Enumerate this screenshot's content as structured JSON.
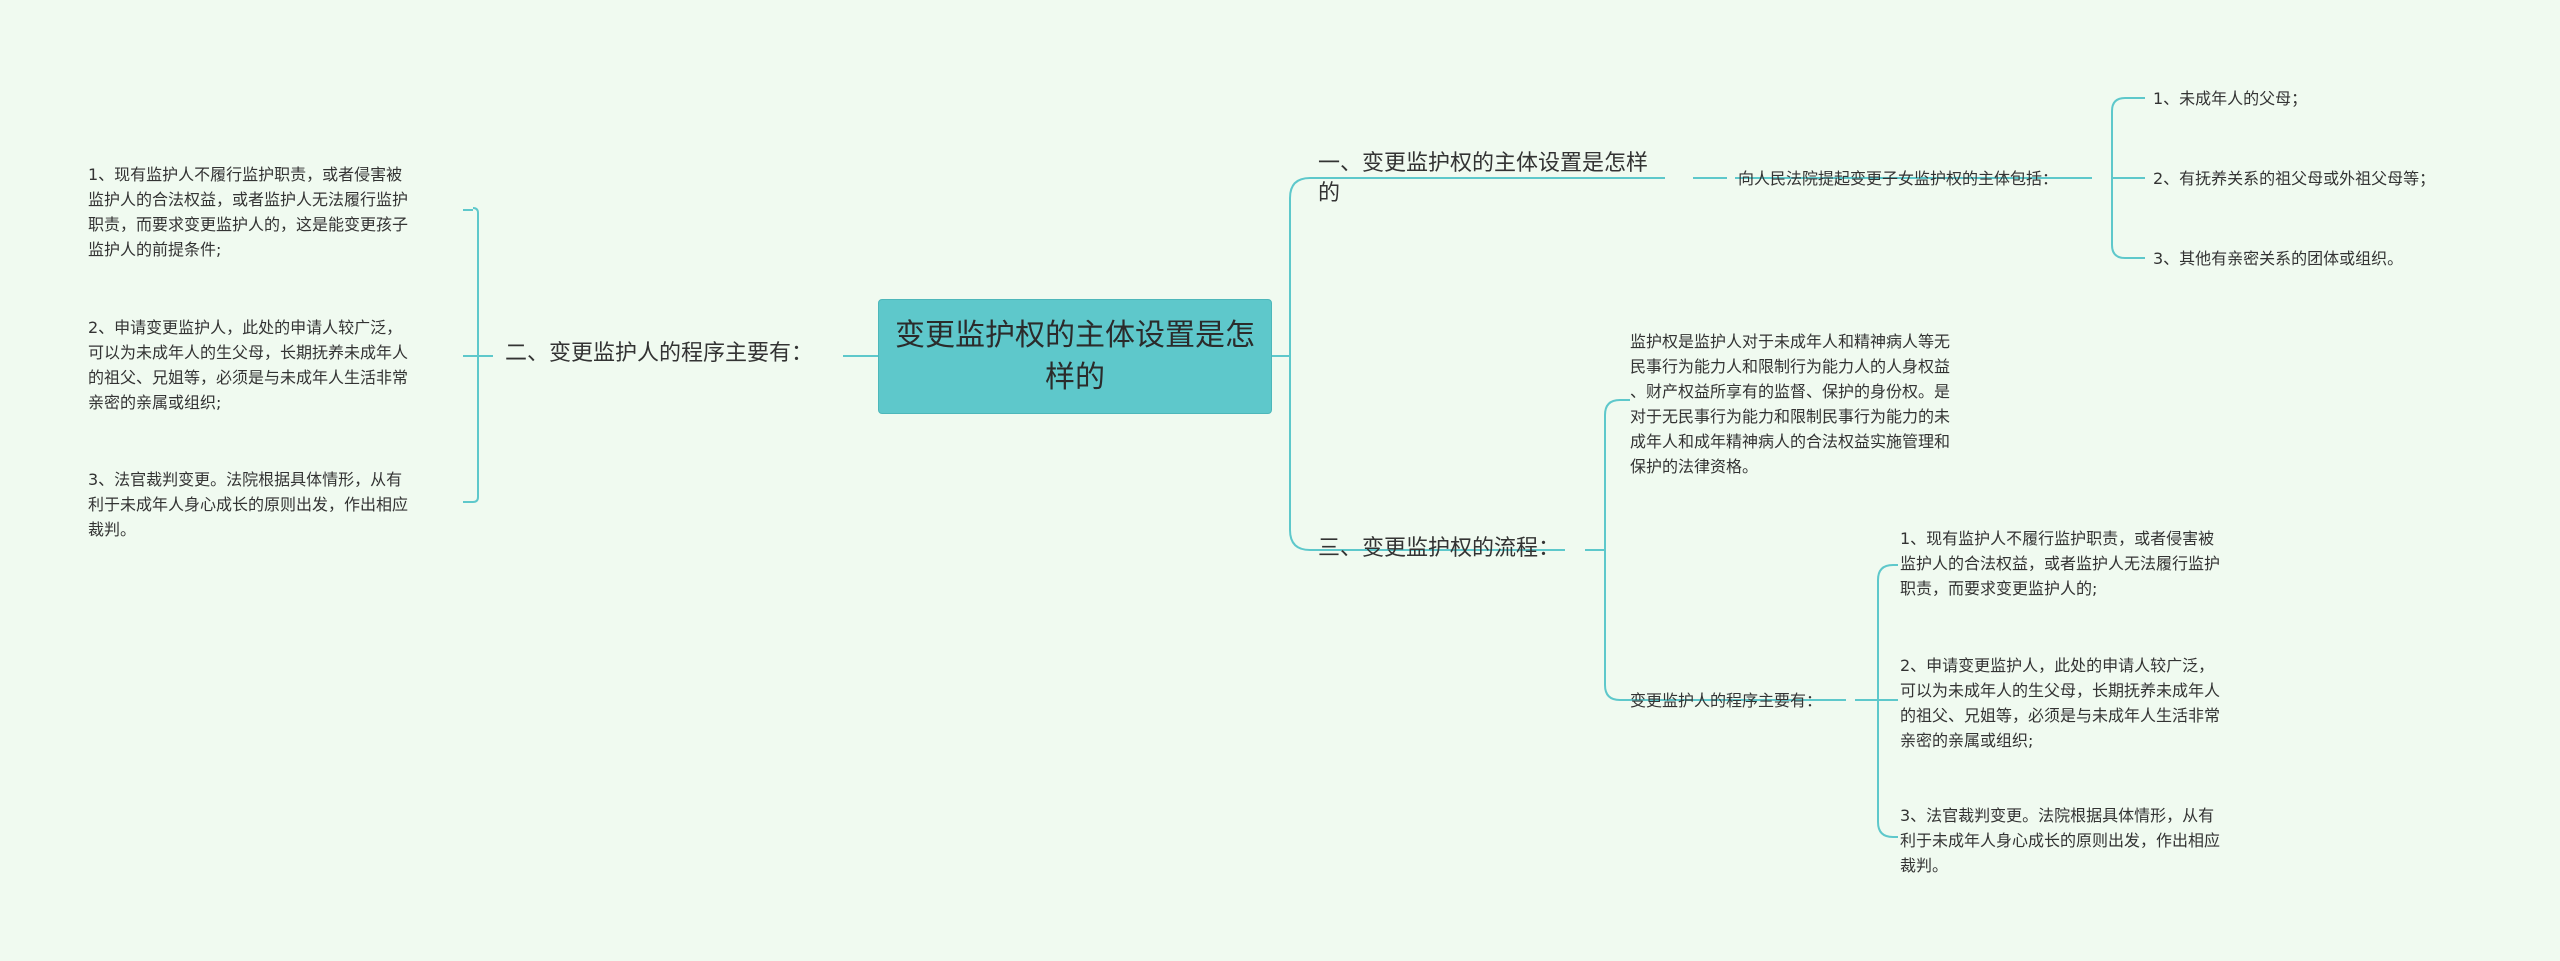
{
  "root": {
    "label": "变更监护权的主体设置是怎样的"
  },
  "left": {
    "branch_label": "二、变更监护人的程序主要有：",
    "items": [
      "1、现有监护人不履行监护职责，或者侵害被\n监护人的合法权益，或者监护人无法履行监护\n职责，而要求变更监护人的，这是能变更孩子\n监护人的前提条件;",
      "2、申请变更监护人，此处的申请人较广泛，\n可以为未成年人的生父母，长期抚养未成年人\n的祖父、兄姐等，必须是与未成年人生活非常\n亲密的亲属或组织;",
      "3、法官裁判变更。法院根据具体情形，从有\n利于未成年人身心成长的原则出发，作出相应\n裁判。"
    ]
  },
  "right1": {
    "branch_label": "一、变更监护权的主体设置是怎样\n的",
    "mid_label": "向人民法院提起变更子女监护权的主体包括：",
    "items": [
      "1、未成年人的父母；",
      "2、有抚养关系的祖父母或外祖父母等；",
      "3、其他有亲密关系的团体或组织。"
    ]
  },
  "right3": {
    "branch_label": "三、变更监护权的流程：",
    "definition": "监护权是监护人对于未成年人和精神病人等无\n民事行为能力人和限制行为能力人的人身权益\n、财产权益所享有的监督、保护的身份权。是\n对于无民事行为能力和限制民事行为能力的未\n成年人和成年精神病人的合法权益实施管理和\n保护的法律资格。",
    "procedure_label": "变更监护人的程序主要有：",
    "items": [
      "1、现有监护人不履行监护职责，或者侵害被\n监护人的合法权益，或者监护人无法履行监护\n职责，而要求变更监护人的;",
      "2、申请变更监护人，此处的申请人较广泛，\n可以为未成年人的生父母，长期抚养未成年人\n的祖父、兄姐等，必须是与未成年人生活非常\n亲密的亲属或组织;",
      "3、法官裁判变更。法院根据具体情形，从有\n利于未成年人身心成长的原则出发，作出相应\n裁判。"
    ]
  },
  "colors": {
    "background": "#f0faf0",
    "root_fill": "#5ec8cb",
    "connector": "#5ec8cb",
    "text": "#333333"
  }
}
